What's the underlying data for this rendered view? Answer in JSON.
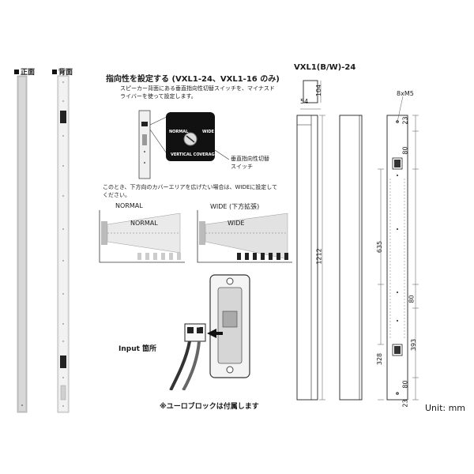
{
  "views": {
    "front_label": "正面",
    "back_label": "背面"
  },
  "setting": {
    "title": "指向性を設定する (VXL1-24、VXL1-16 のみ)",
    "description_line1": "スピーカー背面にある垂直指向性切替スイッチを、マイナスド",
    "description_line2": "ライバーを使って設定します。",
    "switch_normal": "NORMAL",
    "switch_wide": "WIDE",
    "switch_caption": "VERTICAL COVERAGE",
    "switch_name_line1": "垂直指向性切替",
    "switch_name_line2": "スイッチ",
    "note_line1": "このとき、下方向のカバーエリアを広げたい場合は、WIDEに設定して",
    "note_line2": "ください。"
  },
  "coverage": {
    "normal_title": "NORMAL",
    "normal_label": "NORMAL",
    "wide_title": "WIDE (下方拡張)",
    "wide_label": "WIDE"
  },
  "input": {
    "label": "Input 箇所",
    "note": "※ユーロブロックは付属します",
    "terminal_minus": "−",
    "terminal_plus": "+"
  },
  "drawing": {
    "model": "VXL1(B/W)-24",
    "width_dim": "54",
    "depth_dim": "104",
    "height_dim": "1212",
    "screw_label": "8xM5",
    "dims": [
      "23",
      "80",
      "635",
      "80",
      "393",
      "328",
      "80",
      "23"
    ],
    "unit": "Unit: mm"
  },
  "colors": {
    "grille": "#cfcfcf",
    "body": "#e6e6e6",
    "line": "#222222",
    "dimline": "#555555"
  }
}
